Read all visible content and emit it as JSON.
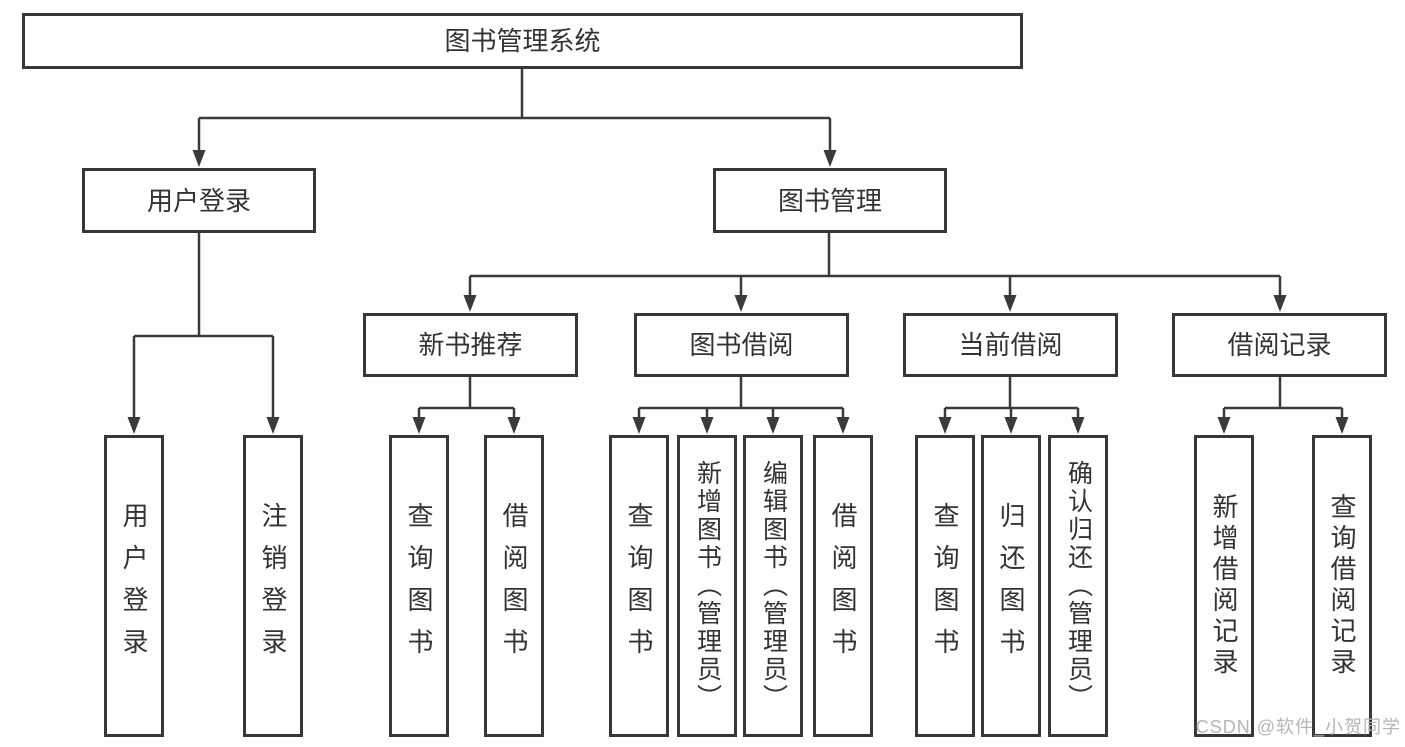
{
  "tree": {
    "label": "图书管理系统",
    "children": [
      {
        "label": "用户登录",
        "children": [
          {
            "label": "用户登录"
          },
          {
            "label": "注销登录"
          }
        ]
      },
      {
        "label": "图书管理",
        "children": [
          {
            "label": "新书推荐",
            "children": [
              {
                "label": "查询图书"
              },
              {
                "label": "借阅图书"
              }
            ]
          },
          {
            "label": "图书借阅",
            "children": [
              {
                "label": "查询图书"
              },
              {
                "label": "新增图书（管理员）"
              },
              {
                "label": "编辑图书（管理员）"
              },
              {
                "label": "借阅图书"
              }
            ]
          },
          {
            "label": "当前借阅",
            "children": [
              {
                "label": "查询图书"
              },
              {
                "label": "归还图书"
              },
              {
                "label": "确认归还（管理员）"
              }
            ]
          },
          {
            "label": "借阅记录",
            "children": [
              {
                "label": "新增借阅记录"
              },
              {
                "label": "查询借阅记录"
              }
            ]
          }
        ]
      }
    ]
  },
  "watermark": {
    "text": "CSDN @软件_小贺同学",
    "color": "#b5b5b5"
  },
  "colors": {
    "line": "#3a3a3a",
    "box_border": "#373737",
    "text": "#333333",
    "background": "#ffffff"
  }
}
